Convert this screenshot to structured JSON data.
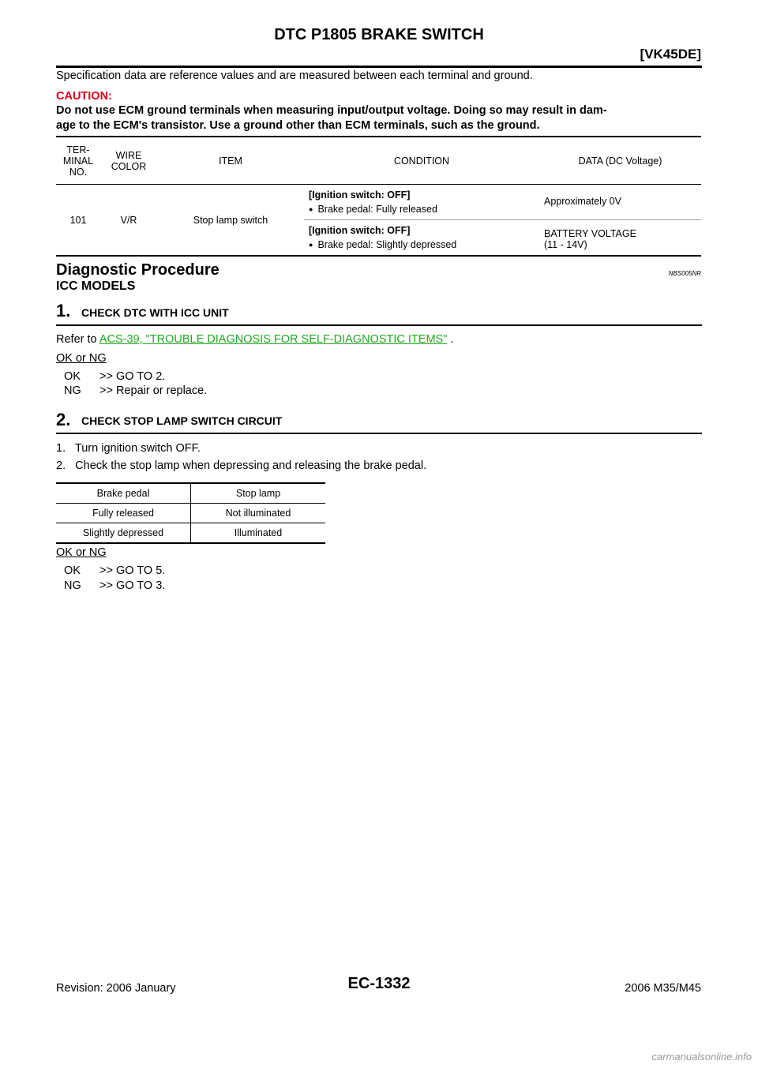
{
  "header": {
    "title": "DTC P1805 BRAKE SWITCH",
    "engine": "[VK45DE]"
  },
  "intro": "Specification data are reference values and are measured between each terminal and ground.",
  "caution": {
    "label": "CAUTION:",
    "line1": "Do not use ECM ground terminals when measuring input/output voltage. Doing so may result in dam-",
    "line2": "age to the ECM's transistor. Use a ground other than ECM terminals, such as the ground."
  },
  "spec_table": {
    "headers": {
      "terminal_1": "TER-",
      "terminal_2": "MINAL",
      "terminal_3": "NO.",
      "wire_1": "WIRE",
      "wire_2": "COLOR",
      "item": "ITEM",
      "condition": "CONDITION",
      "data": "DATA (DC Voltage)"
    },
    "terminal": "101",
    "wire": "V/R",
    "item": "Stop lamp switch",
    "rows": [
      {
        "cond_title": "[Ignition switch: OFF]",
        "cond_detail": "Brake pedal: Fully released",
        "data_1": "Approximately 0V",
        "data_2": ""
      },
      {
        "cond_title": "[Ignition switch: OFF]",
        "cond_detail": "Brake pedal: Slightly depressed",
        "data_1": "BATTERY VOLTAGE",
        "data_2": "(11 - 14V)"
      }
    ]
  },
  "diag": {
    "title": "Diagnostic Procedure",
    "code": "NBS005NR",
    "subtitle": "ICC MODELS"
  },
  "step1": {
    "num": "1.",
    "title": "CHECK DTC WITH ICC UNIT",
    "refer_prefix": "Refer to ",
    "link": "ACS-39, \"TROUBLE DIAGNOSIS FOR SELF-DIAGNOSTIC ITEMS\"",
    "refer_suffix": " .",
    "okng": "OK or NG",
    "ok_key": "OK",
    "ok_val": ">> GO TO 2.",
    "ng_key": "NG",
    "ng_val": ">> Repair or replace."
  },
  "step2": {
    "num": "2.",
    "title": "CHECK STOP LAMP SWITCH CIRCUIT",
    "item1": "1.   Turn ignition switch OFF.",
    "item2": "2.   Check the stop lamp when depressing and releasing the brake pedal.",
    "table": {
      "headers": [
        "Brake pedal",
        "Stop lamp"
      ],
      "rows": [
        [
          "Fully released",
          "Not illuminated"
        ],
        [
          "Slightly depressed",
          "Illuminated"
        ]
      ]
    },
    "okng": "OK or NG",
    "ok_key": "OK",
    "ok_val": ">> GO TO 5.",
    "ng_key": "NG",
    "ng_val": ">> GO TO 3."
  },
  "footer": {
    "revision": "Revision: 2006 January",
    "page": "EC-1332",
    "model": "2006 M35/M45",
    "watermark": "carmanualsonline.info"
  }
}
